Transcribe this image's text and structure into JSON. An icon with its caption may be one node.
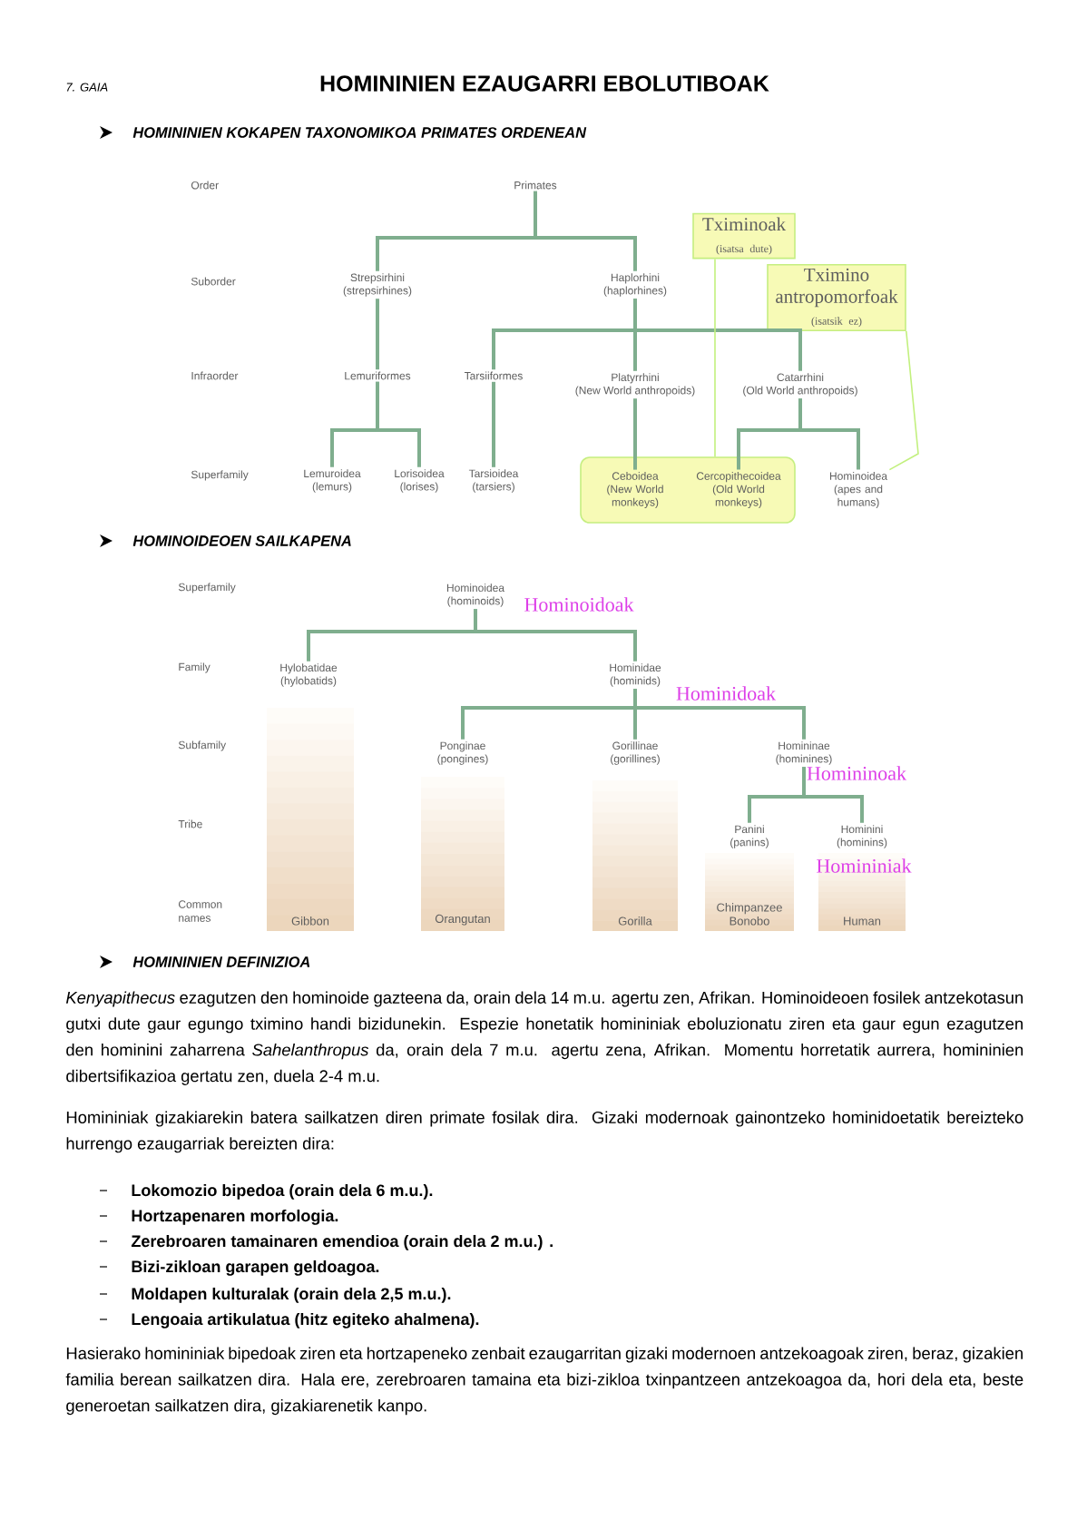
{
  "diagram": {
    "title": "HOMININIEN EZAUGARRI EBOLUTIBOAK",
    "nodes": [
      {
        "text": [
          "Primates"
        ]
      },
      {
        "text": [
          "Tximinoak",
          "(isatsa dute)"
        ]
      },
      {
        "text": [
          "Strepsirhini",
          "(strepsirhines)"
        ]
      },
      {
        "text": [
          "Haplorhini",
          "(haplorhines)"
        ]
      },
      {
        "text": [
          "Tximino antropomorfoak",
          "(isatsik ez)"
        ]
      },
      {
        "text": [
          "Lemuriformes"
        ]
      },
      {
        "text": [
          "Tarsiiformes"
        ]
      },
      {
        "text": [
          "Platyrrhini",
          "(New World anthropoids)"
        ]
      },
      {
        "text": [
          "Catarrhini",
          "(Old World anthropoids)"
        ]
      },
      {
        "text": [
          "Lemuroidea",
          "(lemurs)"
        ]
      },
      {
        "text": [
          "Lorisoidea",
          "(lorises)"
        ]
      },
      {
        "text": [
          "Tarsioidea",
          "(tarsiers)"
        ]
      },
      {
        "text": [],
        "shape": "box"
      },
      {
        "text": [
          "Ceboidea",
          "(New World monkeys)"
        ],
        "in": 12
      },
      {
        "text": [
          "Cercopithecoidea",
          "(Old World monkeys)"
        ],
        "in": 12
      },
      {
        "text": [
          "Hominoidea",
          "(apes and humans)"
        ]
      },
      {
        "text": [
          "Hominoidea",
          "(hominoids)"
        ],
        "beside": [
          "Hominoidoak"
        ]
      },
      {
        "text": [
          "Hylobatidae",
          "(hylobatids)"
        ]
      },
      {
        "text": [
          "Hominidae",
          "(hominids)"
        ],
        "beside": [
          "Hominidoak"
        ]
      },
      {
        "text": [
          "Ponginae",
          "(pongines)"
        ]
      },
      {
        "text": [
          "Gorillinae",
          "(gorillines)"
        ]
      },
      {
        "text": [
          "Homininae",
          "(hominines)"
        ],
        "beside": [
          "Homininoak"
        ]
      },
      {
        "text": [
          "Panini",
          "(panins)"
        ]
      },
      {
        "text": [
          "Hominini",
          "(hominins)"
        ],
        "beside": [
          "Homininiak"
        ]
      },
      {
        "text": [
          "Gibbon"
        ]
      },
      {
        "text": [
          "Orangutan"
        ]
      },
      {
        "text": [
          "Gorilla"
        ]
      },
      {
        "text": [
          "Chimpanzee",
          "Bonobo"
        ]
      },
      {
        "text": [
          "Human"
        ]
      }
    ],
    "edges": [
      {
        "from": 0,
        "to": 2,
        "arrow": "none"
      },
      {
        "from": 0,
        "to": 3,
        "arrow": "none"
      },
      {
        "from": 2,
        "to": 5,
        "arrow": "none"
      },
      {
        "from": 3,
        "to": 6,
        "arrow": "none"
      },
      {
        "from": 3,
        "to": 7,
        "arrow": "none"
      },
      {
        "from": 3,
        "to": 8,
        "arrow": "none"
      },
      {
        "from": 5,
        "to": 9,
        "arrow": "none"
      },
      {
        "from": 5,
        "to": 10,
        "arrow": "none"
      },
      {
        "from": 6,
        "to": 11,
        "arrow": "none"
      },
      {
        "from": 7,
        "to": 13,
        "arrow": "none"
      },
      {
        "from": 8,
        "to": 14,
        "arrow": "none"
      },
      {
        "from": 8,
        "to": 15,
        "arrow": "none"
      },
      {
        "from": 1,
        "to": 12,
        "arrow": "none",
        "color": "#c2f07e"
      },
      {
        "from": 4,
        "to": 15,
        "arrow": "none",
        "color": "#c2f07e"
      },
      {
        "from": 16,
        "to": 17,
        "arrow": "none"
      },
      {
        "from": 16,
        "to": 18,
        "arrow": "none"
      },
      {
        "from": 18,
        "to": 19,
        "arrow": "none"
      },
      {
        "from": 18,
        "to": 20,
        "arrow": "none"
      },
      {
        "from": 18,
        "to": 21,
        "arrow": "none"
      },
      {
        "from": 21,
        "to": 22,
        "arrow": "none"
      },
      {
        "from": 21,
        "to": 23,
        "arrow": "none"
      }
    ],
    "labels": [
      "7. GAIA",
      "HOMININIEN KOKAPEN TAXONOMIKOA PRIMATES ORDENEAN",
      "Order",
      "Suborder",
      "Infraorder",
      "Superfamily",
      "HOMINOIDEOEN SAILKAPENA",
      "Superfamily",
      "Family",
      "Subfamily",
      "Tribe",
      "Common names",
      "HOMININIEN DEFINIZIOA",
      "*Kenyapithecus* ezagutzen den hominoide gazteena da, orain dela 14 m.u. agertu zen, Afrikan. Hominoideoen fosilek antzekotasun gutxi dute gaur egungo tximino handi bizidunekin. Espezie honetatik homininiak eboluzionatu ziren eta gaur egun ezagutzen den hominini zaharrena *Sahelanthropus* da, orain dela 7 m.u. agertu zena, Afrikan. Momentu horretatik aurrera, homininien dibertsifikazioa gertatu zen, duela 2-4 m.u.",
      "Homininiak gizakiarekin batera sailkatzen diren primate fosilak dira. Gizaki modernoak gainontzeko hominidoetatik bereizteko hurrengo ezaugarriak bereizten dira:",
      "Lokomozio bipedoa (orain dela 6 m.u.).",
      "Hortzapenaren morfologia.",
      "Zerebroaren tamainaren emendioa (orain dela 2 m.u.) .",
      "Bizi-zikloan garapen geldoagoa.",
      "Moldapen kulturalak (orain dela 2,5 m.u.).",
      "Lengoaia artikulatua (hitz egiteko ahalmena).",
      "Hasierako homininiak bipedoak ziren eta hortzapeneko zenbait ezaugarritan gizaki modernoen antzekoagoak ziren, beraz, gizakien familia berean sailkatzen dira. Hala ere, zerebroaren tamaina eta bizi-zikloa txinpantzeen antzekoagoa da, hori dela eta, beste generoetan sailkatzen dira, gizakiarenetik kanpo."
    ]
  }
}
